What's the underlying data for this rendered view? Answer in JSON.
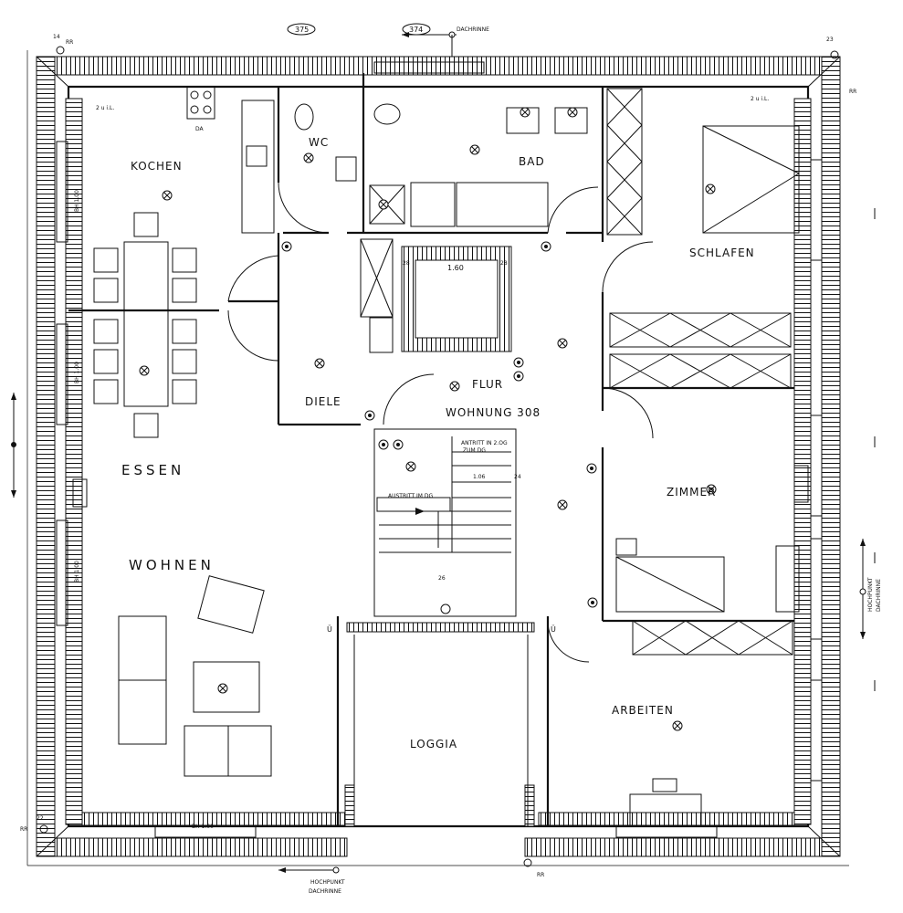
{
  "rooms": {
    "kochen": "KOCHEN",
    "wc": "WC",
    "bad": "BAD",
    "schlafen": "SCHLAFEN",
    "essen": "ESSEN",
    "diele": "DIELE",
    "flur": "FLUR",
    "wohnung": "WOHNUNG 308",
    "zimmer": "ZIMMER",
    "wohnen": "WOHNEN",
    "loggia": "LOGGIA",
    "arbeiten": "ARBEITEN"
  },
  "annotations": {
    "ref_375": "375",
    "ref_374": "374",
    "dachrinne_top": "DACHRINNE",
    "rr_tl": "RR",
    "rr_tr": "RR",
    "rr_bl": "RR",
    "rr_br": "RR",
    "dim_14": "14",
    "dim_23": "23",
    "dim_22": "22",
    "dim_160": "1.60",
    "dim_28a": "28",
    "dim_28b": "28",
    "dim_106": "1.06",
    "dim_24": "24",
    "dim_26": "26",
    "da": "DA",
    "bh_bottom": "BH 1.00",
    "bh_left1": "BH 1.00",
    "bh_left2": "BH 1.00",
    "bh_left3": "BH 1.00",
    "zeil_left": "2 u i.L.",
    "zeil_right": "2 u i.L.",
    "antritt": "ANTRITT IN 2.OG",
    "zum_dg": "ZUM DG",
    "austritt": "AUSTRITT IM DG",
    "hochpunkt_bottom": "HOCHPUNKT",
    "dachrinne_bottom": "DACHRINNE",
    "hochpunkt_right": "HOCHPUNKT",
    "dachrinne_right": "DACHRINNE",
    "u_left": "Ü",
    "u_right": "Ü"
  },
  "icons": {
    "light_fixture": "circle-cross-icon",
    "switch": "switch-icon",
    "socket": "socket-icon"
  },
  "colors": {
    "ink": "#111111",
    "paper": "#ffffff"
  }
}
